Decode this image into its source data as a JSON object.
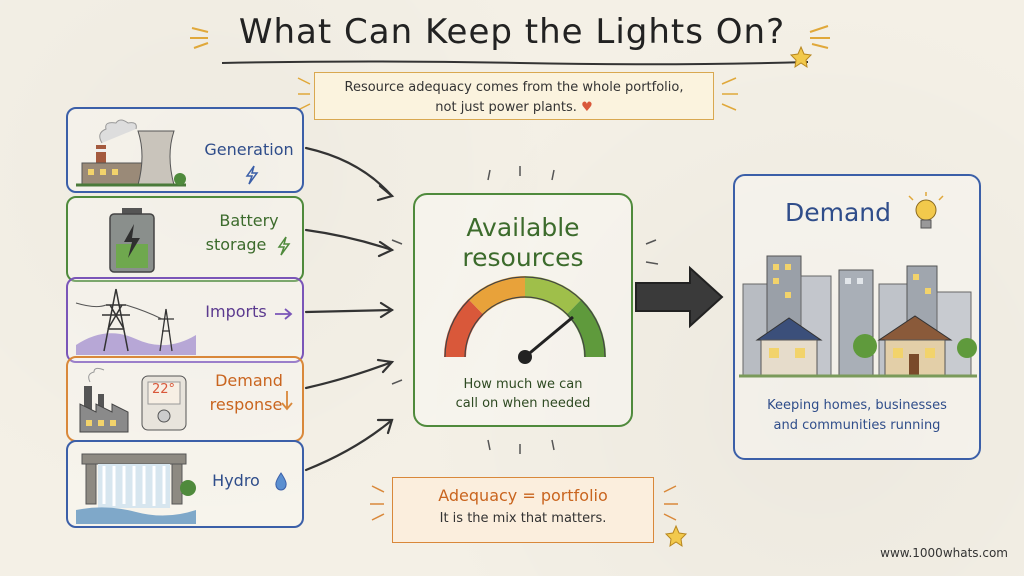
{
  "title": "What Can Keep the Lights On?",
  "subtitle": {
    "line1": "Resource adequacy comes from the whole portfolio,",
    "line2": "not just power plants."
  },
  "resources": [
    {
      "label": "Generation",
      "color": "#2f4d8a",
      "icon": "lightning-icon"
    },
    {
      "label_line1": "Battery",
      "label_line2": "storage",
      "color": "#3c6b2c",
      "icon": "lightning-icon"
    },
    {
      "label": "Imports",
      "color": "#5b3a8f",
      "icon": "arrow-right-icon"
    },
    {
      "label_line1": "Demand",
      "label_line2": "response",
      "color": "#c9651f",
      "icon": "arrow-down-icon"
    },
    {
      "label": "Hydro",
      "color": "#2f4d8a",
      "icon": "water-drop-icon"
    }
  ],
  "thermostat_reading": "22°",
  "center": {
    "title_line1": "Available",
    "title_line2": "resources",
    "caption_line1": "How much we can",
    "caption_line2": "call on when needed"
  },
  "demand": {
    "title": "Demand",
    "caption_line1": "Keeping homes, businesses",
    "caption_line2": "and communities running"
  },
  "bottom": {
    "title": "Adequacy = portfolio",
    "subtitle": "It is the mix that matters."
  },
  "footer": "www.1000whats.com",
  "colors": {
    "generation": "#3b5fa8",
    "battery": "#4f8a3c",
    "imports": "#7a55b8",
    "demand_response": "#d9883a",
    "hydro": "#3b5fa8",
    "center": "#4f8a3c",
    "demand": "#3b5fa8"
  }
}
